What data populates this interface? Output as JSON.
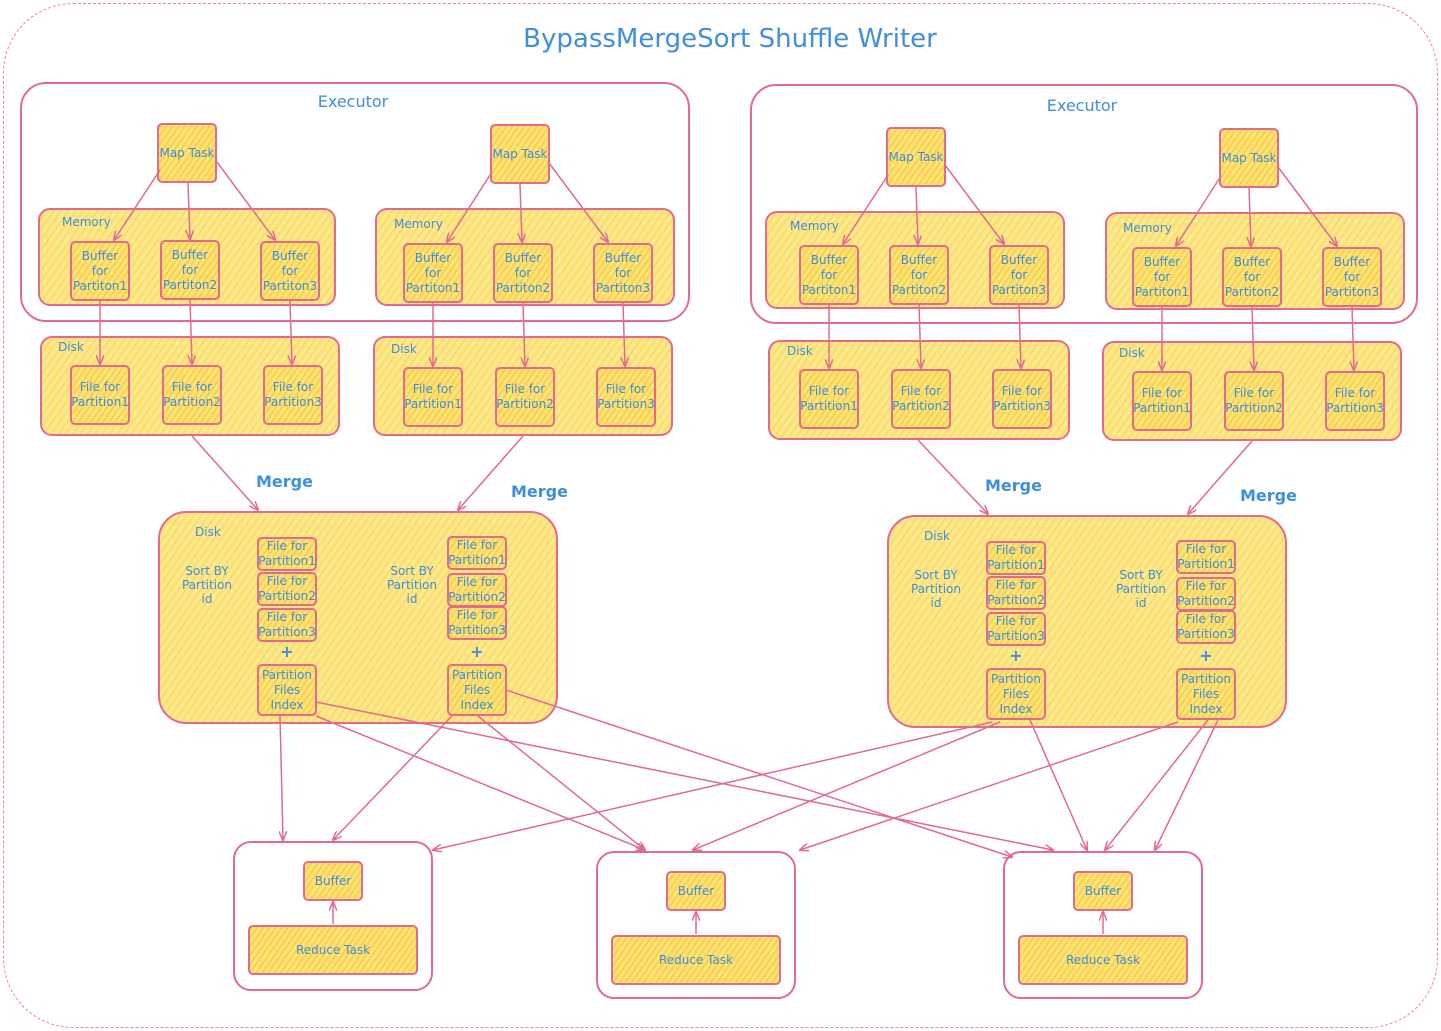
{
  "title": "BypassMergeSort Shuffle Writer",
  "executor_label": "Executor",
  "memory_label": "Memory",
  "disk_label": "Disk",
  "map_task_label": "Map Task",
  "buffer_labels": [
    "Buffer for Partiton1",
    "Buffer for Partiton2",
    "Buffer for Partiton3"
  ],
  "file_labels": [
    "File for Partition1",
    "File for Partition2",
    "File for Partition3"
  ],
  "merge_label": "Merge",
  "sort_label": "Sort BY Partition id",
  "plus": "+",
  "index_label": "Partition Files Index",
  "reduce_buffer_label": "Buffer",
  "reduce_task_label": "Reduce Task",
  "colors": {
    "stroke": "#e36a8f",
    "fill": "#fde88e",
    "text": "#3f8fdc"
  }
}
